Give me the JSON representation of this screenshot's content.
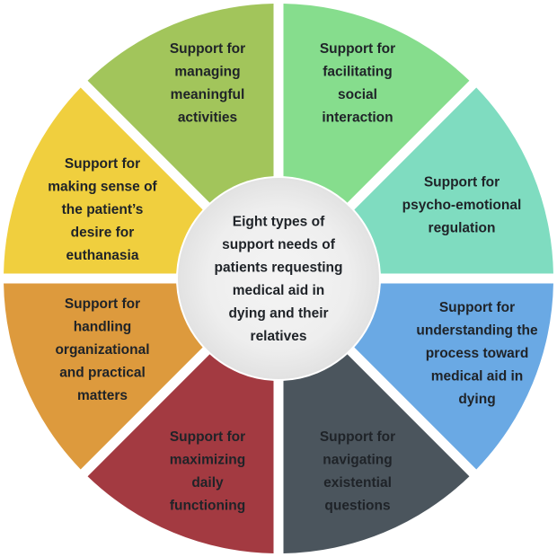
{
  "center": {
    "lines": [
      "Eight types of",
      "support needs of",
      "patients requesting",
      "medical aid in",
      "dying and their",
      "relatives"
    ]
  },
  "segments": [
    {
      "id": "meaningful-activities",
      "color": "#a2c55b",
      "lines": [
        "Support for",
        "managing",
        "meaningful",
        "activities"
      ]
    },
    {
      "id": "social-interaction",
      "color": "#86dd8d",
      "lines": [
        "Support for",
        "facilitating",
        "social",
        "interaction"
      ]
    },
    {
      "id": "psycho-emotional-regulation",
      "color": "#7fdcc0",
      "lines": [
        "Support for",
        "psycho-emotional",
        "regulation"
      ]
    },
    {
      "id": "process-toward-maid",
      "color": "#6aa9e4",
      "lines": [
        "Support for",
        "understanding the",
        "process toward",
        "medical aid in",
        "dying"
      ]
    },
    {
      "id": "existential-questions",
      "color": "#4b555d",
      "lines": [
        "Support for",
        "navigating",
        "existential",
        "questions"
      ]
    },
    {
      "id": "daily-functioning",
      "color": "#a33a41",
      "lines": [
        "Support for",
        "maximizing",
        "daily",
        "functioning"
      ]
    },
    {
      "id": "organizational-practical-matters",
      "color": "#dd9a3d",
      "lines": [
        "Support for",
        "handling",
        "organizational",
        "and practical",
        "matters"
      ]
    },
    {
      "id": "euthanasia-desire",
      "color": "#f0cf3e",
      "lines": [
        "Support for",
        "making sense of",
        "the patient’s",
        "desire for",
        "euthanasia"
      ]
    }
  ]
}
